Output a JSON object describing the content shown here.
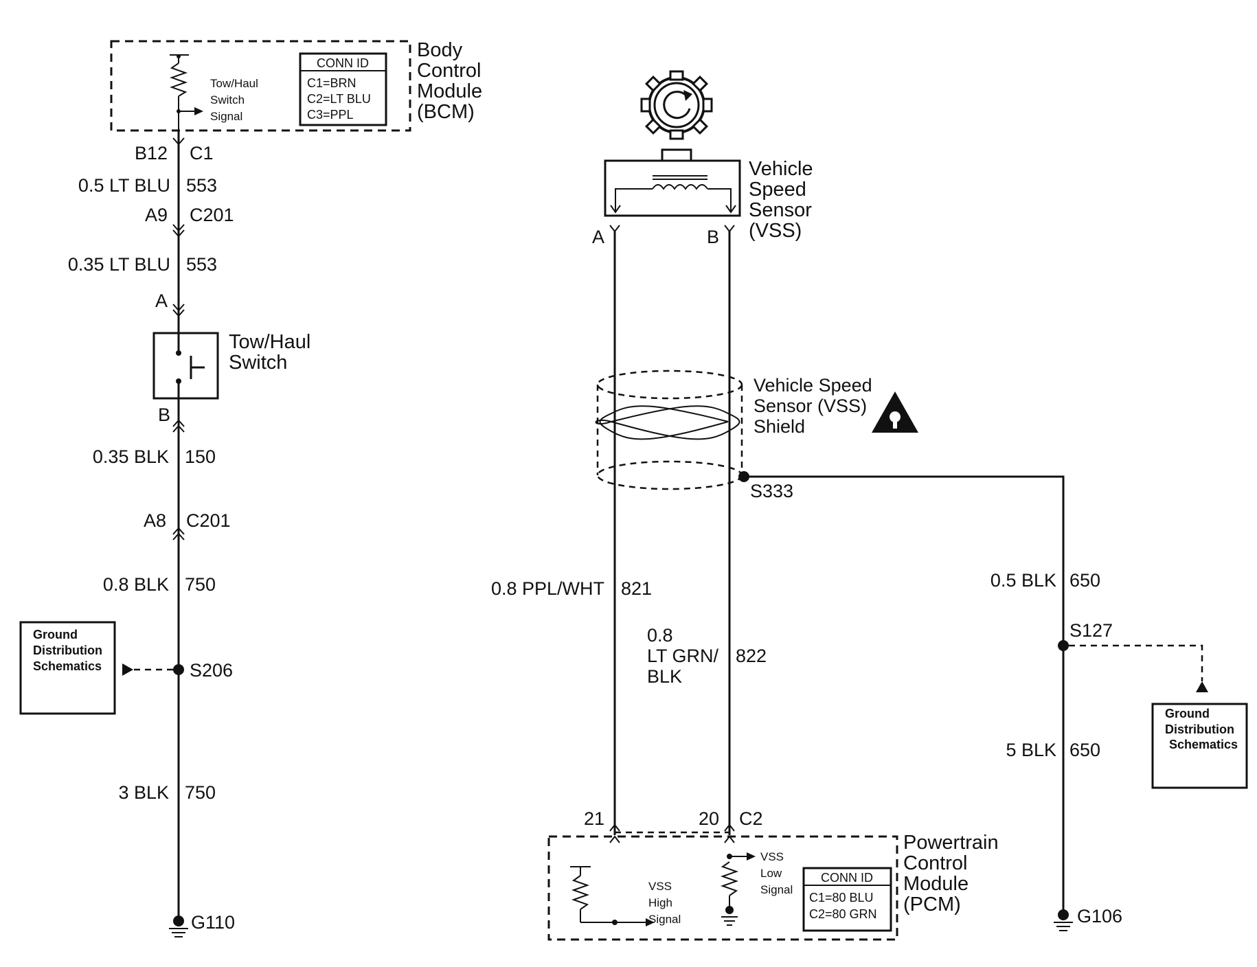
{
  "bcm": {
    "title_lines": [
      "Body",
      "Control",
      "Module",
      "(BCM)"
    ],
    "signal_lines": [
      "Tow/Haul",
      "Switch",
      "Signal"
    ],
    "conn": {
      "header": "CONN ID",
      "rows": [
        "C1=BRN",
        "C2=LT BLU",
        "C3=PPL"
      ]
    }
  },
  "left_circuit": {
    "pin_b12": "B12",
    "conn_c1": "C1",
    "wire1_gauge_color": "0.5 LT BLU",
    "wire1_circuit": "553",
    "pin_a9": "A9",
    "conn_c201_a": "C201",
    "wire2_gauge_color": "0.35 LT BLU",
    "wire2_circuit": "553",
    "pin_a": "A",
    "switch_lines": [
      "Tow/Haul",
      "Switch"
    ],
    "pin_b": "B",
    "wire3_gauge_color": "0.35 BLK",
    "wire3_circuit": "150",
    "pin_a8": "A8",
    "conn_c201_b": "C201",
    "wire4_gauge_color": "0.8 BLK",
    "wire4_circuit": "750",
    "splice_s206": "S206",
    "wire5_gauge_color": "3 BLK",
    "wire5_circuit": "750",
    "ground_g110": "G110",
    "ground_box_lines": [
      "Ground",
      "Distribution",
      "Schematics"
    ]
  },
  "vss": {
    "title_lines": [
      "Vehicle",
      "Speed",
      "Sensor",
      "(VSS)"
    ],
    "pin_a": "A",
    "pin_b": "B",
    "shield_lines": [
      "Vehicle Speed",
      "Sensor (VSS)",
      "Shield"
    ],
    "splice_s333": "S333",
    "wire_a_gauge_color": "0.8 PPL/WHT",
    "wire_a_circuit": "821",
    "wire_b_gauge_lines": [
      "0.8",
      "LT GRN/",
      "BLK"
    ],
    "wire_b_circuit": "822"
  },
  "right_ground": {
    "wire1_gauge_color": "0.5 BLK",
    "wire1_circuit": "650",
    "splice_s127": "S127",
    "wire2_gauge_color": "5 BLK",
    "wire2_circuit": "650",
    "ground_g106": "G106",
    "ground_box_lines": [
      "Ground",
      "Distribution",
      "Schematics"
    ]
  },
  "pcm": {
    "pin_21": "21",
    "pin_20": "20",
    "conn_c2": "C2",
    "title_lines": [
      "Powertrain",
      "Control",
      "Module",
      "(PCM)"
    ],
    "high_signal_lines": [
      "VSS",
      "High",
      "Signal"
    ],
    "low_signal_lines": [
      "VSS",
      "Low",
      "Signal"
    ],
    "conn": {
      "header": "CONN ID",
      "rows": [
        "C1=80 BLU",
        "C2=80 GRN"
      ]
    }
  }
}
